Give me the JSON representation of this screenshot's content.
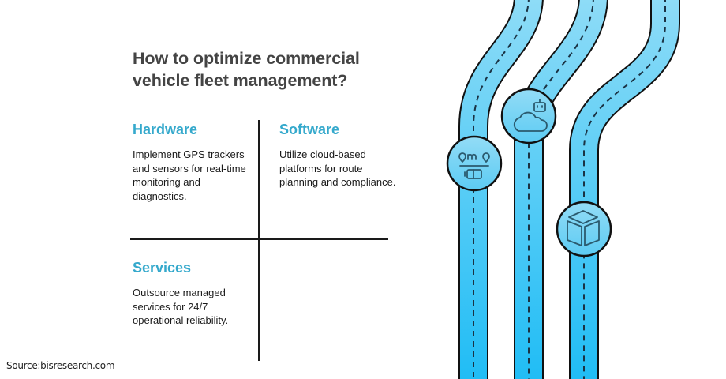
{
  "title": "How to optimize commercial vehicle fleet management?",
  "quadrants": [
    {
      "heading": "Hardware",
      "text": "Implement GPS trackers and sensors for real-time monitoring and diagnostics."
    },
    {
      "heading": "Software",
      "text": "Utilize cloud-based platforms for route planning and compliance."
    },
    {
      "heading": "Services",
      "text": "Outsource managed services for 24/7 operational reliability."
    }
  ],
  "source": "Source:bisresearch.com",
  "illustration": {
    "roads": 3,
    "icons": [
      "gps-battery-icon",
      "cloud-robot-icon",
      "box-icon"
    ],
    "colors": {
      "road_top": "#8fdcf7",
      "road_bottom": "#1ebcf5",
      "accent": "#35a9cc",
      "outline": "#111111",
      "icon_stroke": "#2b5a6e"
    }
  }
}
